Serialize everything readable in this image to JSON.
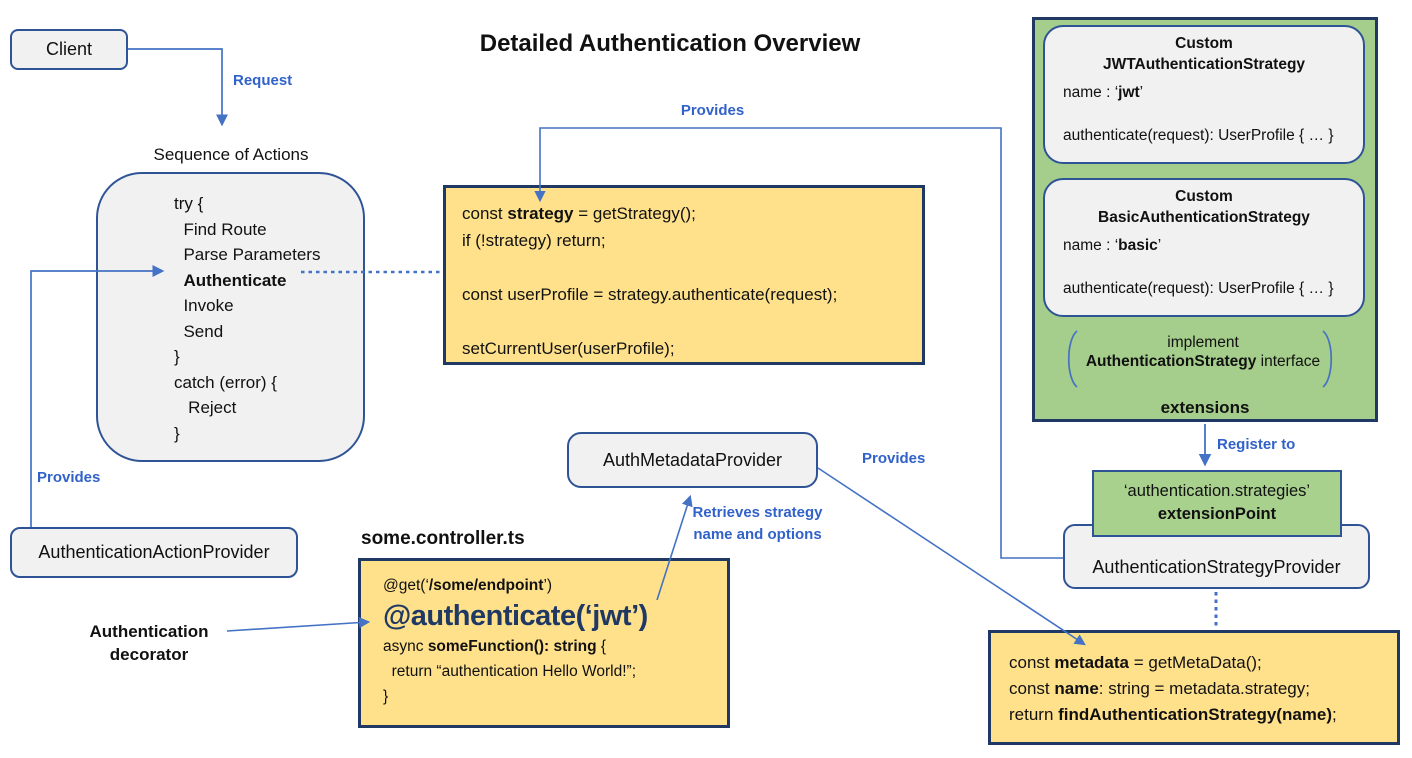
{
  "title": "Detailed Authentication Overview",
  "client": {
    "label": "Client"
  },
  "arrows": {
    "request": "Request",
    "provides_left": "Provides",
    "provides_top": "Provides",
    "provides_right": "Provides",
    "register_to": "Register to",
    "retrieves": {
      "line1": "Retrieves strategy",
      "line2": [
        {
          "t": "name",
          "b": true
        },
        {
          "t": " and options"
        }
      ]
    }
  },
  "sequence": {
    "title": "Sequence of Actions",
    "lines": [
      [
        {
          "t": "try {"
        }
      ],
      [
        {
          "t": "  Find Route"
        }
      ],
      [
        {
          "t": "  Parse Parameters"
        }
      ],
      [
        {
          "t": "  "
        },
        {
          "t": "Authenticate",
          "b": true
        }
      ],
      [
        {
          "t": "  Invoke"
        }
      ],
      [
        {
          "t": "  Send"
        }
      ],
      [
        {
          "t": "}"
        }
      ],
      [
        {
          "t": "catch (error) {"
        }
      ],
      [
        {
          "t": "   Reject"
        }
      ],
      [
        {
          "t": "}"
        }
      ]
    ]
  },
  "strategy_code": {
    "lines": [
      [
        {
          "t": "const "
        },
        {
          "t": "strategy",
          "b": true
        },
        {
          "t": " = getStrategy();"
        }
      ],
      [
        {
          "t": "if (!strategy) return;"
        }
      ],
      [],
      [
        {
          "t": "const userProfile = strategy.authenticate(request);"
        }
      ],
      [],
      [
        {
          "t": "setCurrentUser(userProfile);"
        }
      ]
    ]
  },
  "action_provider": {
    "label": "AuthenticationActionProvider"
  },
  "decorator_note": {
    "line1": "Authentication",
    "line2": "decorator"
  },
  "controller": {
    "filename": "some.controller.ts",
    "get_line": [
      {
        "t": "@get(‘"
      },
      {
        "t": "/some/endpoint",
        "b": true
      },
      {
        "t": "’)"
      }
    ],
    "authenticate_line": "@authenticate(‘jwt’)",
    "fn_line": [
      {
        "t": "async "
      },
      {
        "t": "someFunction(): string",
        "b": true
      },
      {
        "t": " {"
      }
    ],
    "return_line": [
      {
        "t": "  return “authentication Hello World!”;"
      }
    ],
    "close_line": [
      {
        "t": "}"
      }
    ]
  },
  "metadata_provider": {
    "label": "AuthMetadataProvider"
  },
  "extensions_panel": {
    "jwt": {
      "title1": "Custom",
      "title2": "JWTAuthenticationStrategy",
      "name_line": [
        {
          "t": "name : ‘"
        },
        {
          "t": "jwt",
          "b": true
        },
        {
          "t": "’"
        }
      ],
      "auth_line": "authenticate(request): UserProfile { … }"
    },
    "basic": {
      "title1": "Custom",
      "title2": "BasicAuthenticationStrategy",
      "name_line": [
        {
          "t": "name : ‘"
        },
        {
          "t": "basic",
          "b": true
        },
        {
          "t": "’"
        }
      ],
      "auth_line": "authenticate(request): UserProfile { … }"
    },
    "implement": {
      "line1": "implement",
      "line2": [
        {
          "t": "AuthenticationStrategy",
          "b": true
        },
        {
          "t": " interface"
        }
      ]
    },
    "caption": "extensions"
  },
  "extension_point": {
    "line1": "‘authentication.strategies’",
    "line2": "extensionPoint"
  },
  "strategy_provider": {
    "label": "AuthenticationStrategyProvider"
  },
  "metadata_code": {
    "lines": [
      [
        {
          "t": "const "
        },
        {
          "t": "metadata",
          "b": true
        },
        {
          "t": " = getMetaData();"
        }
      ],
      [
        {
          "t": "const "
        },
        {
          "t": "name",
          "b": true
        },
        {
          "t": ": string = metadata.strategy;"
        }
      ],
      [
        {
          "t": "return "
        },
        {
          "t": "findAuthenticationStrategy(name)",
          "b": true
        },
        {
          "t": ";"
        }
      ]
    ]
  },
  "colors": {
    "yellow_fill": "#FFE18C",
    "green_panel_fill": "#A5CD8B",
    "green_point_fill": "#A9D18E",
    "navy_border_dark": "#1F3864",
    "navy_border": "#2F5496",
    "line_blue": "#4472C4",
    "label_blue": "#3162C9",
    "gray_fill": "#F1F1F1"
  }
}
